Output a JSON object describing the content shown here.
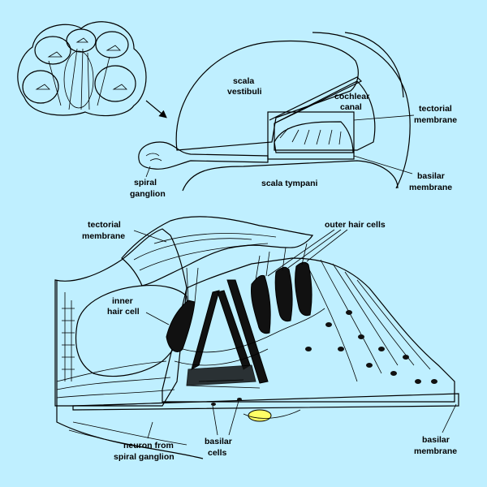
{
  "colors": {
    "background": "#bfefff",
    "tissue": "#ffff66",
    "cavity": "#ffffff",
    "hair_cell": "#111111",
    "outline": "#000000"
  },
  "labels": {
    "scala_vestibuli": [
      "scala",
      "vestibuli"
    ],
    "cochlear_canal": [
      "cochlear",
      "canal"
    ],
    "tectorial_membrane_top": [
      "tectorial",
      "membrane"
    ],
    "spiral_ganglion": [
      "spiral",
      "ganglion"
    ],
    "scala_tympani": "scala tympani",
    "basilar_membrane_top": [
      "basilar",
      "membrane"
    ],
    "outer_hair_cells": "outer hair cells",
    "tectorial_membrane_main": [
      "tectorial",
      "membrane"
    ],
    "inner_hair_cell": [
      "inner",
      "hair cell"
    ],
    "neuron_from_spiral_ganglion": [
      "neuron from",
      "spiral ganglion"
    ],
    "basilar_cells": [
      "basilar",
      "cells"
    ],
    "basilar_membrane_main": [
      "basilar",
      "membrane"
    ]
  }
}
